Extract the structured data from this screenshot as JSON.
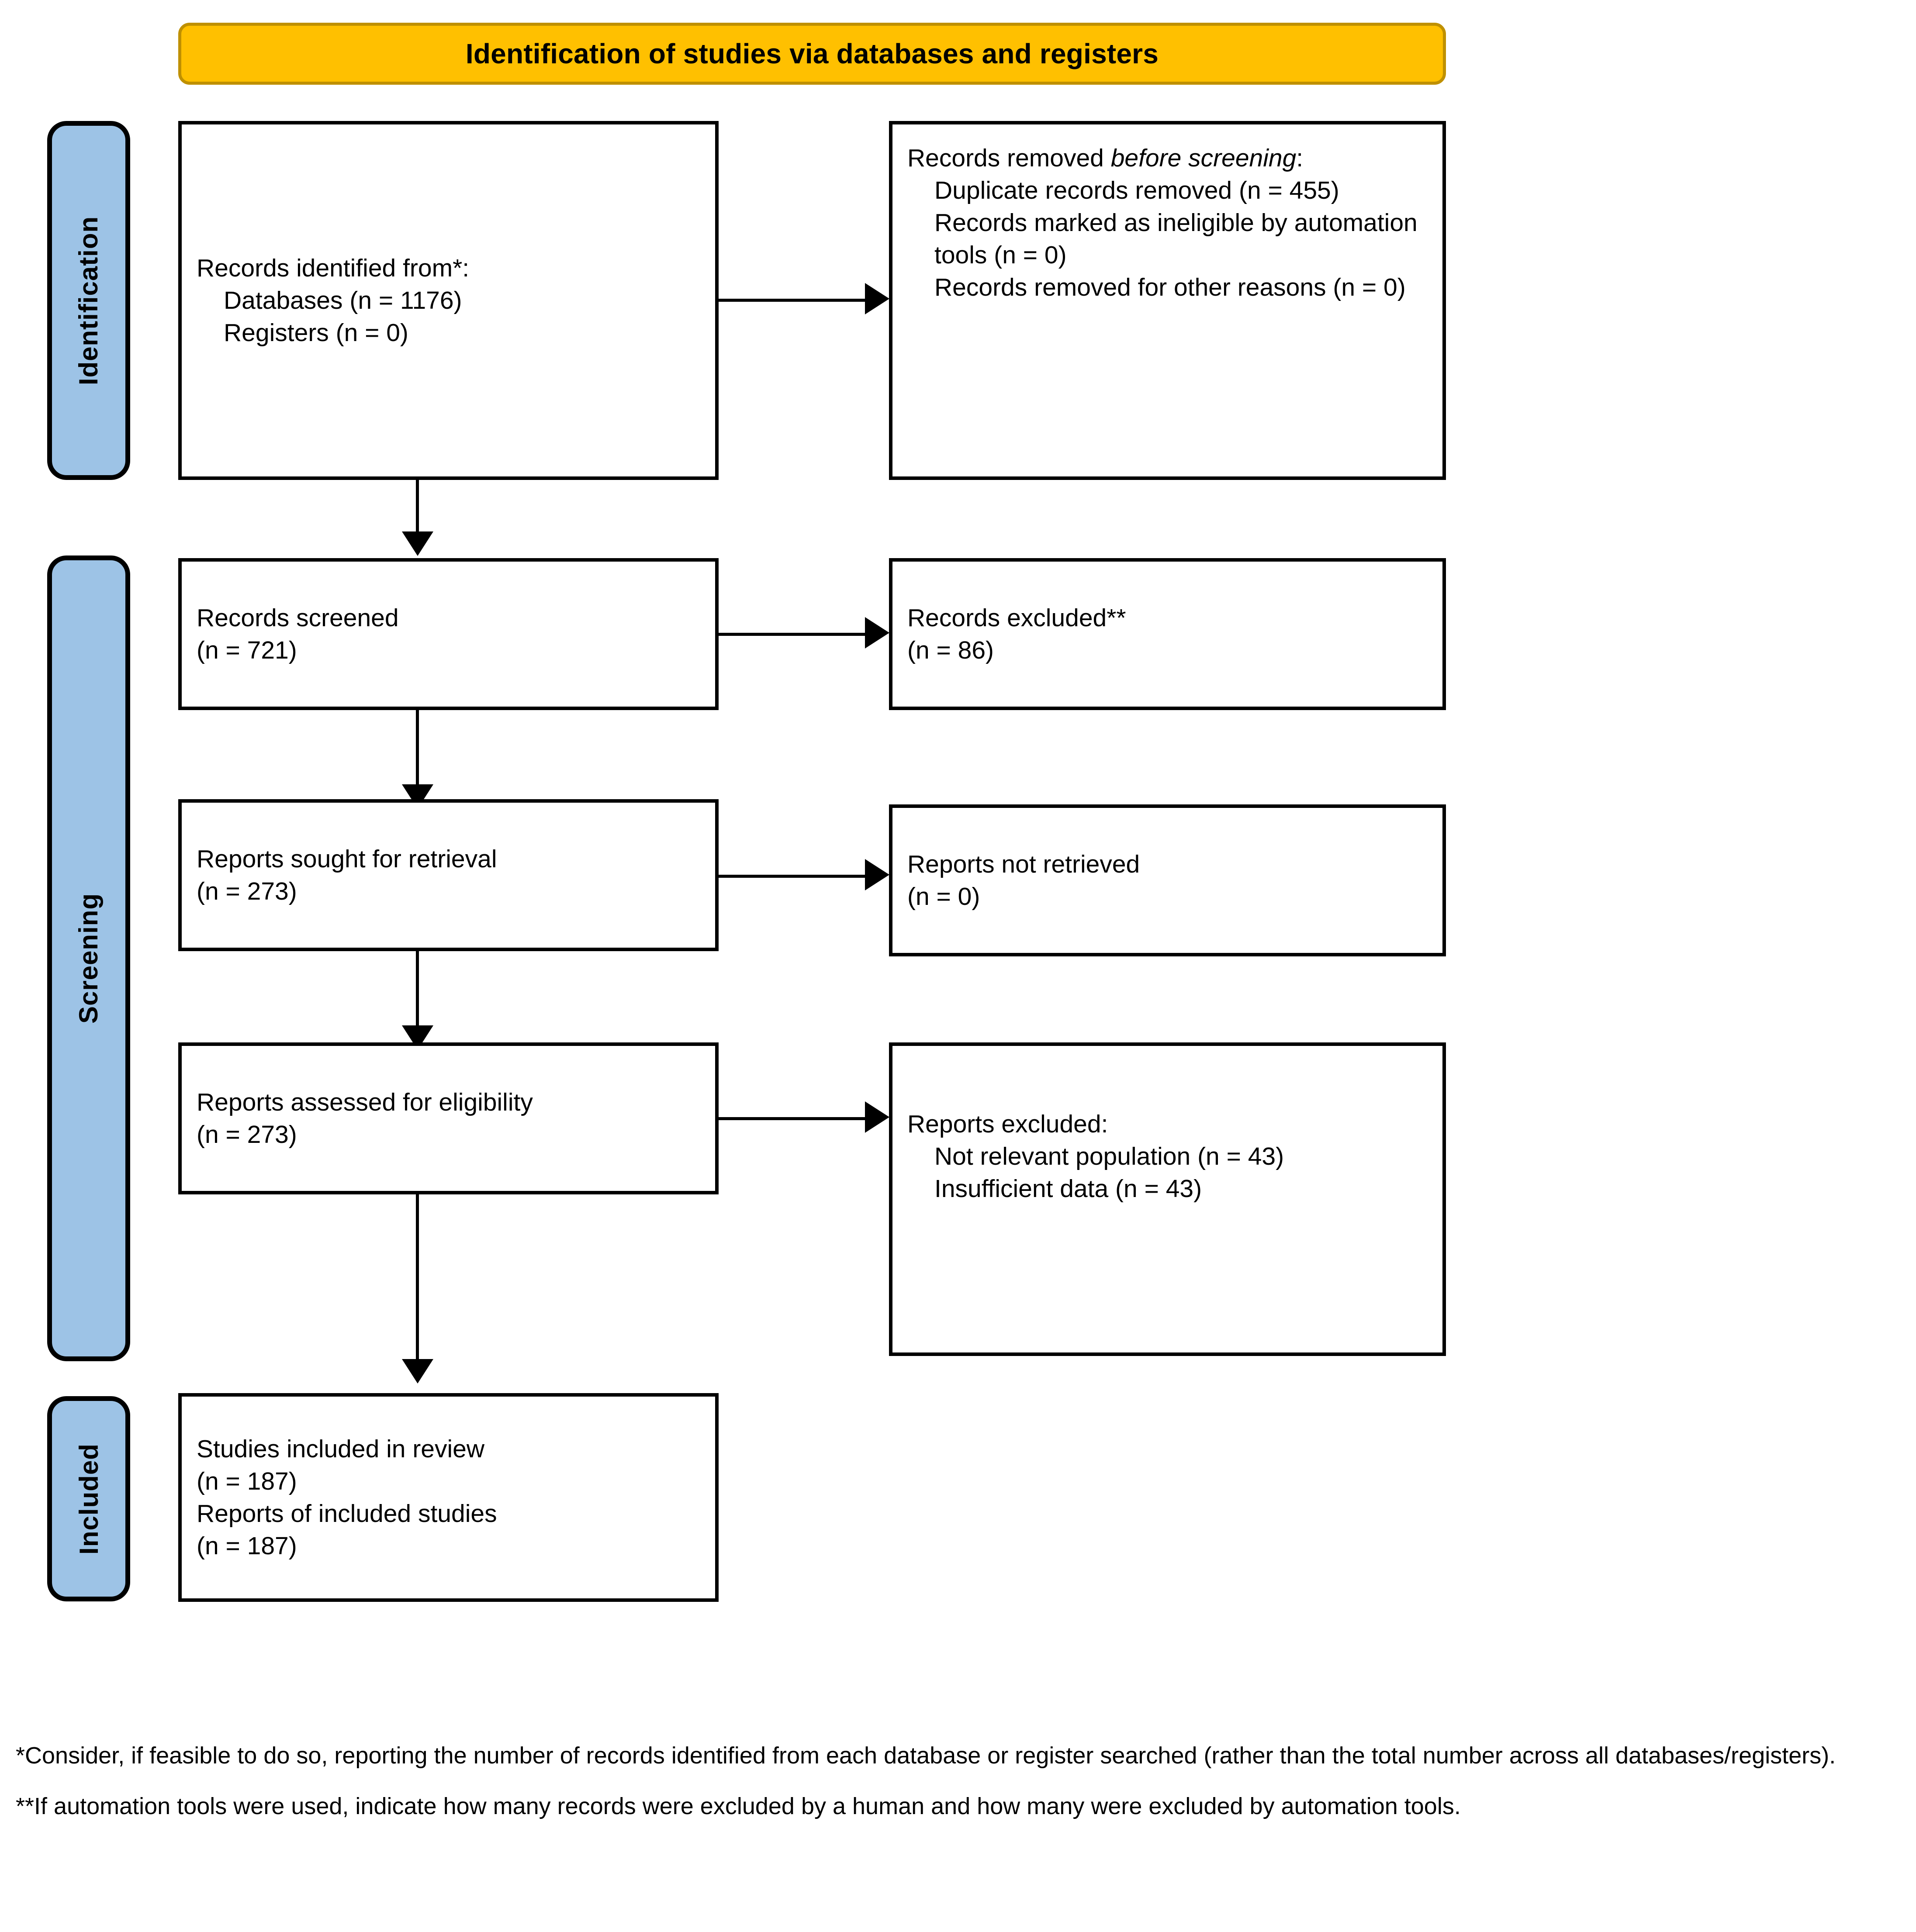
{
  "banner": {
    "title": "Identification of studies via databases and registers",
    "fill_color": "#ffc000",
    "border_color": "#bf9000"
  },
  "stages": [
    {
      "key": "identification",
      "label": "Identification",
      "fill_color": "#9dc3e6"
    },
    {
      "key": "screening",
      "label": "Screening",
      "fill_color": "#9dc3e6"
    },
    {
      "key": "included",
      "label": "Included",
      "fill_color": "#9dc3e6"
    }
  ],
  "boxes": {
    "records_identified": {
      "name": "Records identified",
      "line1": "Records identified from*:",
      "line2": "Databases (n = 1176)",
      "line3": "Registers (n = 0)"
    },
    "records_removed": {
      "name": "Records removed before screening",
      "line1_pre": "Records removed ",
      "line1_italic": "before screening",
      "line1_post": ":",
      "line2": "Duplicate records removed (n = 455)",
      "line3": "Records marked as ineligible by automation tools (n = 0)",
      "line4": "Records removed for other reasons (n = 0)"
    },
    "records_screened": {
      "name": "Records screened",
      "line1": "Records screened",
      "line2": "(n = 721)"
    },
    "records_excluded": {
      "name": "Records excluded",
      "line1": "Records excluded**",
      "line2": "(n = 86)"
    },
    "reports_sought": {
      "name": "Reports sought for retrieval",
      "line1": "Reports sought for retrieval",
      "line2": "(n = 273)"
    },
    "reports_not_retrieved": {
      "name": "Reports not retrieved",
      "line1": "Reports not retrieved",
      "line2": "(n = 0)"
    },
    "reports_assessed": {
      "name": "Reports assessed for eligibility",
      "line1": "Reports assessed for eligibility",
      "line2": "(n = 273)"
    },
    "reports_excluded": {
      "name": "Reports excluded",
      "line1": "Reports excluded:",
      "line2": "Not relevant population (n = 43)",
      "line3": "Insufficient data (n = 43)"
    },
    "studies_included": {
      "name": "Studies included in review",
      "line1": "Studies included in review",
      "line2": "(n = 187)",
      "line3": "Reports of included studies",
      "line4": "(n = 187)"
    }
  },
  "footnotes": {
    "first": "*Consider, if feasible to do so, reporting the number of records identified from each database or register searched (rather than the total number across all databases/registers).",
    "second": "**If automation tools were used, indicate how many records were excluded by a human and how many were excluded by automation tools."
  },
  "chart_data": {
    "type": "diagram",
    "title": "Identification of studies via databases and registers",
    "flow": [
      {
        "stage": "Identification",
        "node": "Records identified from databases",
        "n": 1176
      },
      {
        "stage": "Identification",
        "node": "Records identified from registers",
        "n": 0
      },
      {
        "stage": "Identification",
        "node": "Duplicate records removed",
        "n": 455
      },
      {
        "stage": "Identification",
        "node": "Records marked as ineligible by automation tools",
        "n": 0
      },
      {
        "stage": "Identification",
        "node": "Records removed for other reasons",
        "n": 0
      },
      {
        "stage": "Screening",
        "node": "Records screened",
        "n": 721
      },
      {
        "stage": "Screening",
        "node": "Records excluded",
        "n": 86
      },
      {
        "stage": "Screening",
        "node": "Reports sought for retrieval",
        "n": 273
      },
      {
        "stage": "Screening",
        "node": "Reports not retrieved",
        "n": 0
      },
      {
        "stage": "Screening",
        "node": "Reports assessed for eligibility",
        "n": 273
      },
      {
        "stage": "Screening",
        "node": "Reports excluded: Not relevant population",
        "n": 43
      },
      {
        "stage": "Screening",
        "node": "Reports excluded: Insufficient data",
        "n": 43
      },
      {
        "stage": "Included",
        "node": "Studies included in review",
        "n": 187
      },
      {
        "stage": "Included",
        "node": "Reports of included studies",
        "n": 187
      }
    ]
  }
}
